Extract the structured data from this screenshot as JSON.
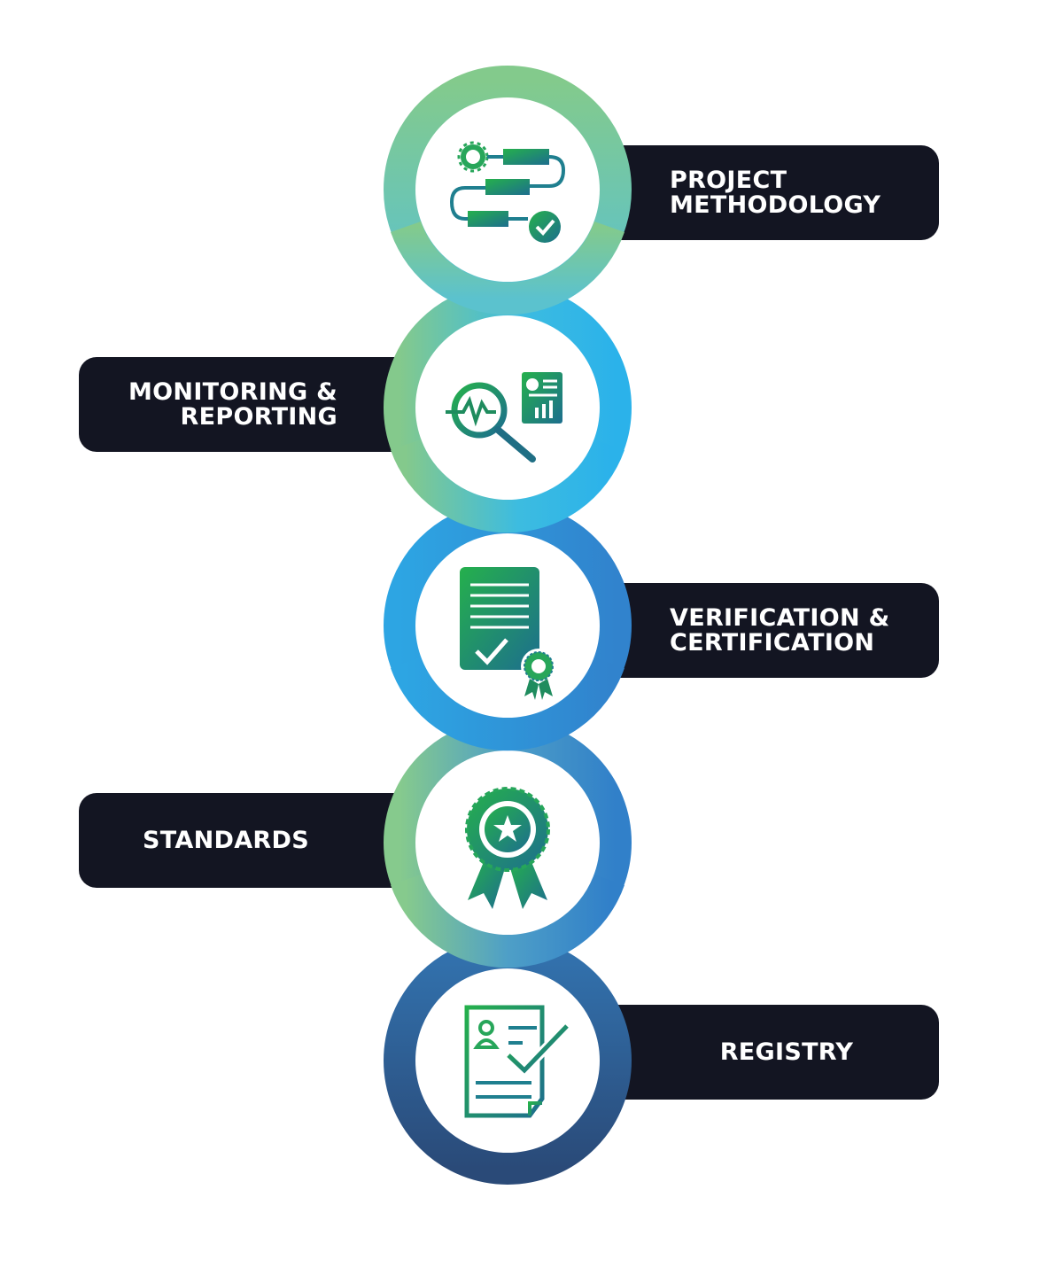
{
  "steps": [
    {
      "label": "PROJECT\nMETHODOLOGY",
      "icon": "process-flow-icon"
    },
    {
      "label": "MONITORING &\nREPORTING",
      "icon": "magnifier-report-icon"
    },
    {
      "label": "VERIFICATION &\nCERTIFICATION",
      "icon": "certificate-icon"
    },
    {
      "label": "STANDARDS",
      "icon": "award-ribbon-icon"
    },
    {
      "label": "REGISTRY",
      "icon": "registry-document-icon"
    }
  ],
  "colors": {
    "pill": "#131522",
    "green": "#7DC78B",
    "teal": "#5DC1C6",
    "cyan": "#2BB3E8",
    "blue": "#3088D0",
    "navy": "#2C4A7A",
    "icon_green": "#1FA84A",
    "icon_teal": "#1F7F8F"
  }
}
